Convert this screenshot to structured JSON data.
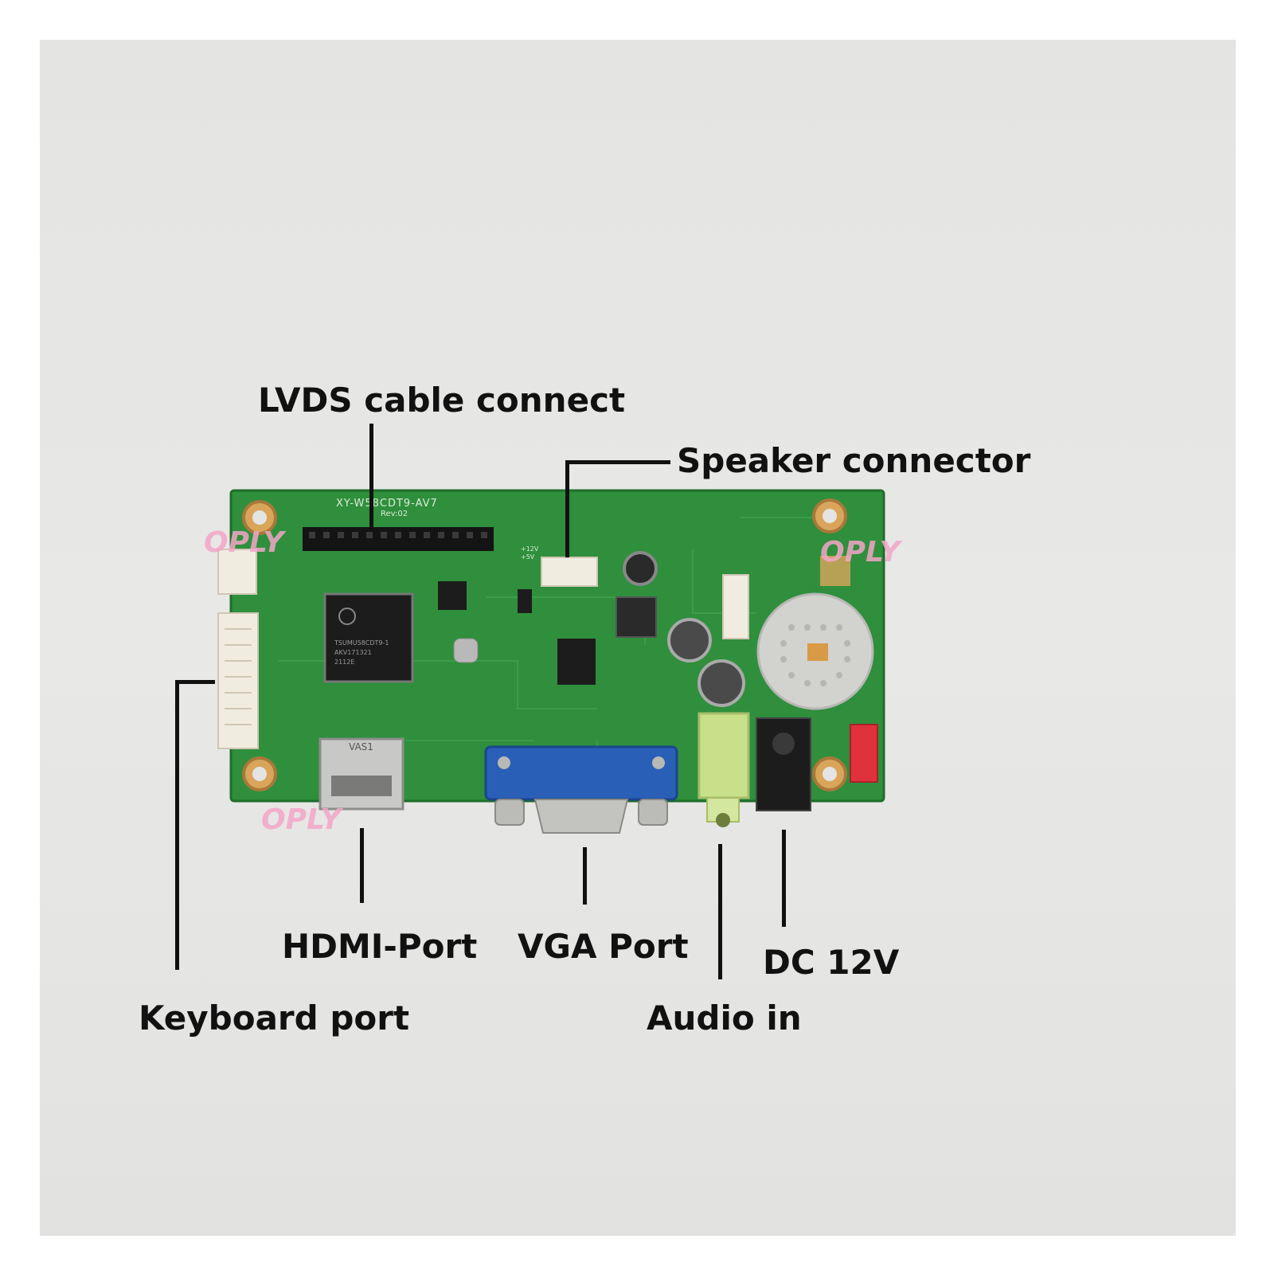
{
  "annotations": {
    "lvds": "LVDS cable connect",
    "speaker": "Speaker connector",
    "keyboard": "Keyboard port",
    "hdmi": "HDMI-Port",
    "vga": "VGA Port",
    "audio": "Audio in",
    "dc": "DC 12V"
  },
  "board": {
    "model": "XY-W58CDT9-AV7",
    "rev": "Rev:02",
    "chip_lines": [
      "TSUMU58CDT9-1",
      "AKV171321",
      "2112E"
    ],
    "hdmi_marking": "VAS1",
    "power_marks": [
      "+12V",
      "+5V"
    ]
  },
  "watermark": "OPLY",
  "colors": {
    "pcb": "#2f8f3c",
    "vga": "#2a5fb8",
    "audio_jack": "#c9e08a",
    "dc_jack": "#1c1c1c",
    "red_connector": "#e0323c",
    "watermark": "#f4a6c8"
  }
}
